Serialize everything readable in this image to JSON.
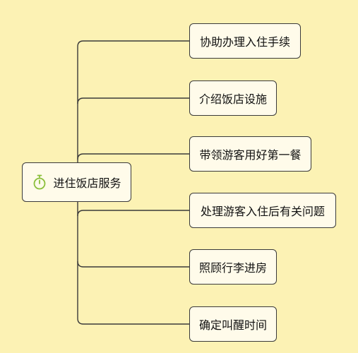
{
  "mindmap": {
    "root": {
      "label": "进住饭店服务",
      "icon": "stopwatch-icon",
      "icon_color": "#8bbf3a"
    },
    "children": [
      {
        "label": "协助办理入住手续"
      },
      {
        "label": "介绍饭店设施"
      },
      {
        "label": "带领游客用好第一餐"
      },
      {
        "label": "处理游客入住后有关问题"
      },
      {
        "label": "照顾行李进房"
      },
      {
        "label": "确定叫醒时间"
      }
    ]
  },
  "colors": {
    "background": "#fcf2b4",
    "node_fill": "#fffbea",
    "line": "#3a3a3a"
  }
}
